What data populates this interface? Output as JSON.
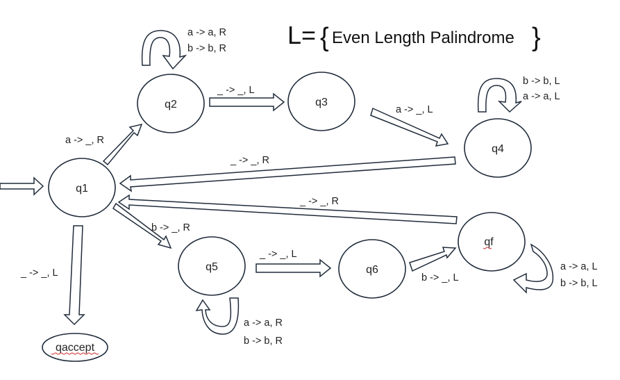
{
  "title": {
    "prefix": "L=",
    "open_brace": "{",
    "text": "Even Length Palindrome",
    "close_brace": "}"
  },
  "states": {
    "q1": "q1",
    "q2": "q2",
    "q3": "q3",
    "q4": "q4",
    "q5": "q5",
    "q6": "q6",
    "qf": "qf",
    "qaccept": "qaccept"
  },
  "transitions": {
    "q2_loop": [
      "a -> a, R",
      "b -> b, R"
    ],
    "q1_to_q2": "a -> _, R",
    "q2_to_q3": "_ -> _, L",
    "q3_to_q4": "a -> _, L",
    "q4_loop": [
      "b -> b, L",
      "a -> a, L"
    ],
    "q4_to_q1": "_ -> _, R",
    "qf_to_q1": "_ -> _, R",
    "q1_to_q5": "b -> _, R",
    "q5_to_q6": "_ -> _, L",
    "q6_to_qf": "b -> _, L",
    "qf_loop": [
      "a -> a, L",
      "b -> b, L"
    ],
    "q5_loop": [
      "a -> a, R",
      "b -> b, R"
    ],
    "q1_to_qaccept": "_ -> _, L"
  }
}
